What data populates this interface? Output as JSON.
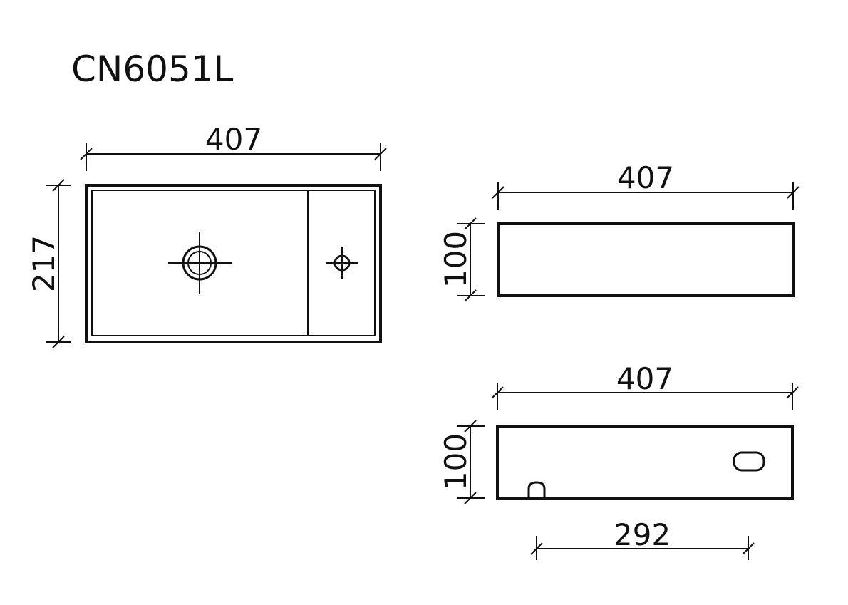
{
  "model_code": "CN6051L",
  "line_color": "#111111",
  "top_view": {
    "width_label": "407",
    "depth_label": "217"
  },
  "front_view": {
    "width_label": "407",
    "height_label": "100"
  },
  "rear_view": {
    "width_label": "407",
    "height_label": "100",
    "spacing_label": "292"
  }
}
